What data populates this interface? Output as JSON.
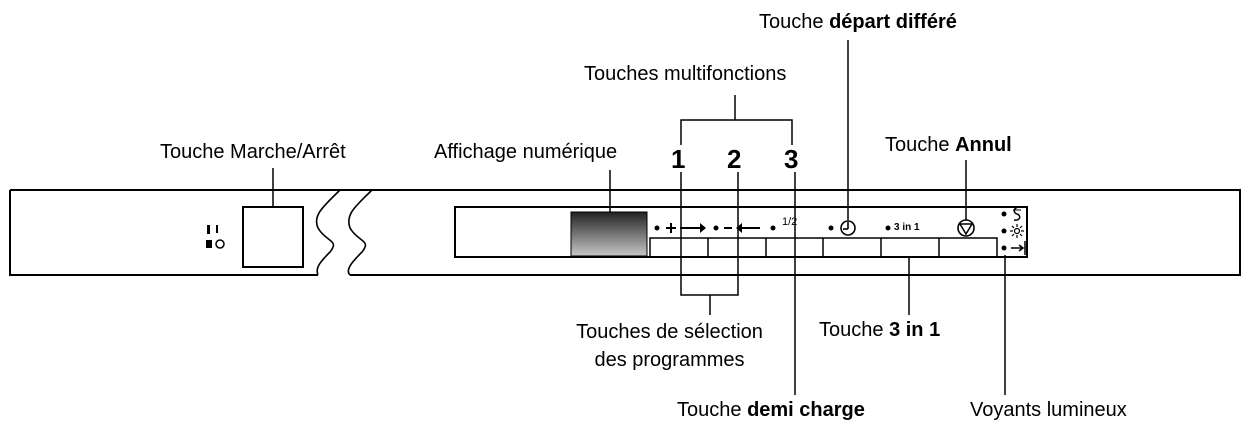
{
  "labels": {
    "start_delay": {
      "prefix": "Touche ",
      "bold": "départ différé"
    },
    "multifunction": "Touches multifonctions",
    "on_off": "Touche Marche/Arrêt",
    "display": "Affichage numérique",
    "cancel": {
      "prefix": "Touche ",
      "bold": "Annul"
    },
    "selection_line1": "Touches de sélection",
    "selection_line2": "des programmes",
    "three_in_one": {
      "prefix": "Touche ",
      "bold": "3 in 1"
    },
    "half_load": {
      "prefix": "Touche ",
      "bold": "demi charge"
    },
    "indicators": "Voyants lumineux"
  },
  "numbers": [
    "1",
    "2",
    "3"
  ],
  "button_symbols": {
    "half": "1/2",
    "three_in_one": "3 in 1"
  },
  "icons": {
    "power": "power-symbol-icon",
    "plus_arrow": "plus-arrow-right-icon",
    "minus_arrow": "minus-arrow-left-icon",
    "clock": "clock-icon",
    "cancel": "cancel-triangle-icon",
    "salt": "salt-indicator-icon",
    "rinse": "rinse-aid-indicator-icon",
    "end": "end-indicator-icon"
  }
}
